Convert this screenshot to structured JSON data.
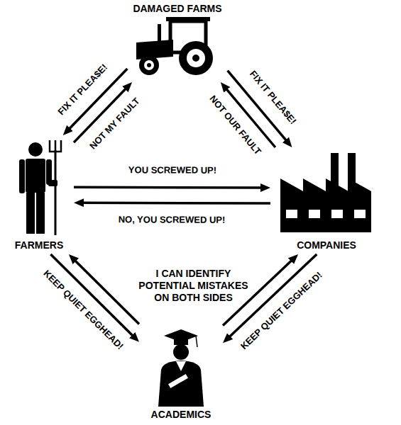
{
  "diagram": {
    "nodes": [
      {
        "text": [
          "DAMAGED FARMS"
        ]
      },
      {
        "text": [
          "FARMERS"
        ]
      },
      {
        "text": [
          "COMPANIES"
        ]
      },
      {
        "text": [
          "ACADEMICS"
        ]
      }
    ],
    "edges": [
      {
        "from": 0,
        "to": 1,
        "arrow": "to",
        "label": "FIX IT PLEA$E!"
      },
      {
        "from": 1,
        "to": 0,
        "arrow": "to",
        "label": "NOT MY FAULT"
      },
      {
        "from": 0,
        "to": 2,
        "arrow": "to",
        "label": "FIX IT PLEA$E!"
      },
      {
        "from": 2,
        "to": 0,
        "arrow": "to",
        "label": "NOT OUR FAULT"
      },
      {
        "from": 1,
        "to": 2,
        "arrow": "to",
        "label": "YOU SCREWED UP!"
      },
      {
        "from": 2,
        "to": 1,
        "arrow": "to",
        "label": "NO, YOU SCREWED UP!"
      },
      {
        "from": 1,
        "to": 3,
        "arrow": "to",
        "label": "KEEP QUIET EGGHEAD!"
      },
      {
        "from": 3,
        "to": 1,
        "arrow": "to"
      },
      {
        "from": 3,
        "to": 2,
        "arrow": "to"
      },
      {
        "from": 2,
        "to": 3,
        "arrow": "to",
        "label": "KEEP QUIET EGGHEAD!"
      }
    ],
    "labels": [
      "I CAN IDENTIFY POTENTIAL MISTAKES ON BOTH SIDES"
    ]
  }
}
